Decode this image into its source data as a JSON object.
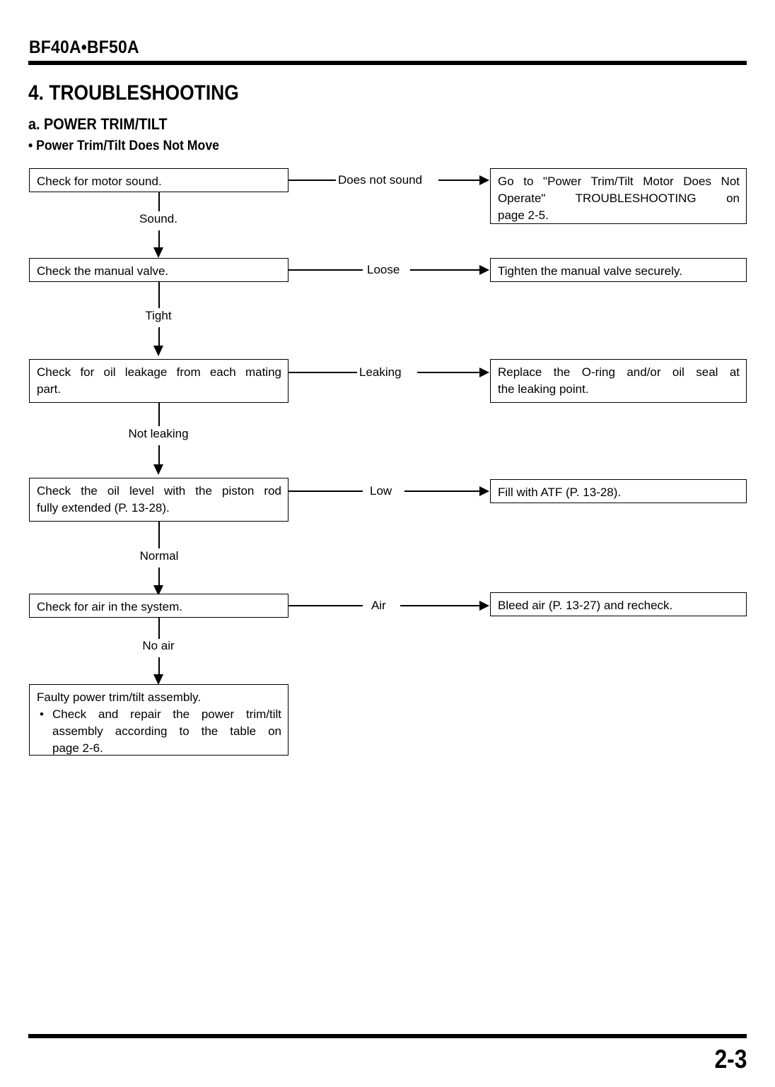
{
  "header": {
    "model": "BF40A•BF50A"
  },
  "headings": {
    "section": "4. TROUBLESHOOTING",
    "subsection": "a. POWER TRIM/TILT",
    "topic": "• Power Trim/Tilt Does Not Move"
  },
  "flowchart": {
    "steps": [
      {
        "check": "Check for motor sound.",
        "branch_label": "Does not sound",
        "action_lines": [
          "Go to \"Power Trim/Tilt Motor Does Not",
          "Operate\" TROUBLESHOOTING on",
          "page 2-5."
        ],
        "pass_label": "Sound."
      },
      {
        "check": "Check the manual valve.",
        "branch_label": "Loose",
        "action_lines": [
          "Tighten the manual valve securely."
        ],
        "pass_label": "Tight"
      },
      {
        "check_lines": [
          "Check for oil leakage from each mating",
          "part."
        ],
        "branch_label": "Leaking",
        "action_lines": [
          "Replace the O-ring and/or oil seal at",
          "the leaking point."
        ],
        "pass_label": "Not leaking"
      },
      {
        "check_lines": [
          "Check the oil level with the piston rod",
          "fully extended (P. 13-28)."
        ],
        "branch_label": "Low",
        "action_lines": [
          "Fill with ATF (P. 13-28)."
        ],
        "pass_label": "Normal"
      },
      {
        "check": "Check for air in the system.",
        "branch_label": "Air",
        "action_lines": [
          "Bleed air (P. 13-27) and recheck."
        ],
        "pass_label": "No air"
      }
    ],
    "terminal": {
      "title": "Faulty power trim/tilt assembly.",
      "bullet": "•",
      "body_lines": [
        "Check and repair the power trim/tilt",
        "assembly according to the table on",
        "page 2-6."
      ]
    }
  },
  "footer": {
    "page_number": "2-3"
  }
}
